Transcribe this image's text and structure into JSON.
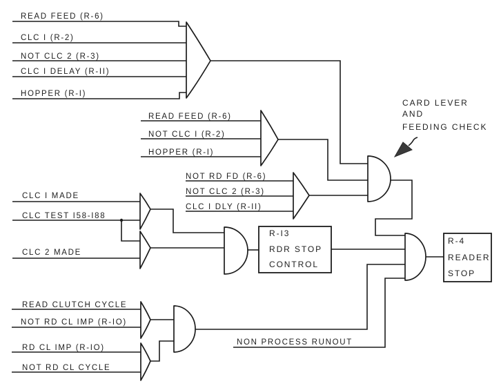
{
  "diagram": {
    "group_main_or_inputs": [
      "READ FEED (R-6)",
      "CLC I (R-2)",
      "NOT CLC 2 (R-3)",
      "CLC I DELAY (R-II)",
      "HOPPER (R-I)"
    ],
    "group_second_or_inputs": [
      "READ FEED (R-6)",
      "NOT CLC I (R-2)",
      "HOPPER (R-I)"
    ],
    "group_third_or_inputs": [
      "NOT RD FD (R-6)",
      "NOT CLC 2 (R-3)",
      "CLC I DLY (R-II)"
    ],
    "group_clc_inputs": [
      "CLC I MADE",
      "CLC TEST I58-I88",
      "CLC 2 MADE"
    ],
    "group_clutch_inputs": [
      "READ CLUTCH CYCLE",
      "NOT RD CL IMP (R-IO)",
      "RD CL IMP (R-IO)",
      "NOT RD CL CYCLE"
    ],
    "non_process_runout": "NON PROCESS RUNOUT",
    "annotation": [
      "CARD LEVER",
      "AND",
      "FEEDING CHECK"
    ],
    "relay_r13": [
      "R-I3",
      "RDR STOP",
      "CONTROL"
    ],
    "relay_r4": [
      "R-4",
      "READER",
      "STOP"
    ]
  }
}
